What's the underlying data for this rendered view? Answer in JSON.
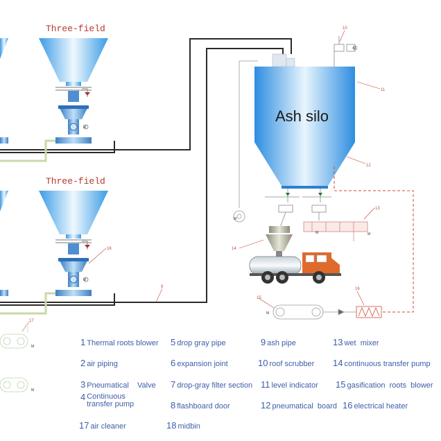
{
  "hopper_title": "Three-field",
  "silo_label": "Ash silo",
  "callout_numbers": [
    "9",
    "10",
    "11",
    "12",
    "13",
    "14",
    "15",
    "16",
    "17"
  ],
  "legend": [
    {
      "num": "1",
      "text": "Thermal roots blower"
    },
    {
      "num": "2",
      "text": "air piping"
    },
    {
      "num": "3",
      "text": "Pneumatical    Valve"
    },
    {
      "num": "4",
      "text": "Continuous transfer pump"
    },
    {
      "num": "5",
      "text": "drop gray pipe"
    },
    {
      "num": "6",
      "text": "expansion joint"
    },
    {
      "num": "7",
      "text": "drop-gray filter section"
    },
    {
      "num": "8",
      "text": "flashboard door"
    },
    {
      "num": "9",
      "text": "ash pipe"
    },
    {
      "num": "10",
      "text": "roof scrubber"
    },
    {
      "num": "11",
      "text": "level indicator"
    },
    {
      "num": "12",
      "text": "pneumatical  board"
    },
    {
      "num": "13",
      "text": "wet  mixer"
    },
    {
      "num": "14",
      "text": "continuous transfer pump"
    },
    {
      "num": "15",
      "text": "gasification  roots  blower"
    },
    {
      "num": "16",
      "text": "electrical heater"
    },
    {
      "num": "17",
      "text": "air cleaner"
    },
    {
      "num": "18",
      "text": "midbin"
    }
  ],
  "motor_symbol": "M",
  "colors": {
    "pipe": "#2a2a2a",
    "hopper_blue": "#2f8ee0",
    "callout": "#c04a3a",
    "legend_text": "#3d5da8",
    "truck_cab": "#e06a2a",
    "air_pipe": "#c9d9a8"
  }
}
